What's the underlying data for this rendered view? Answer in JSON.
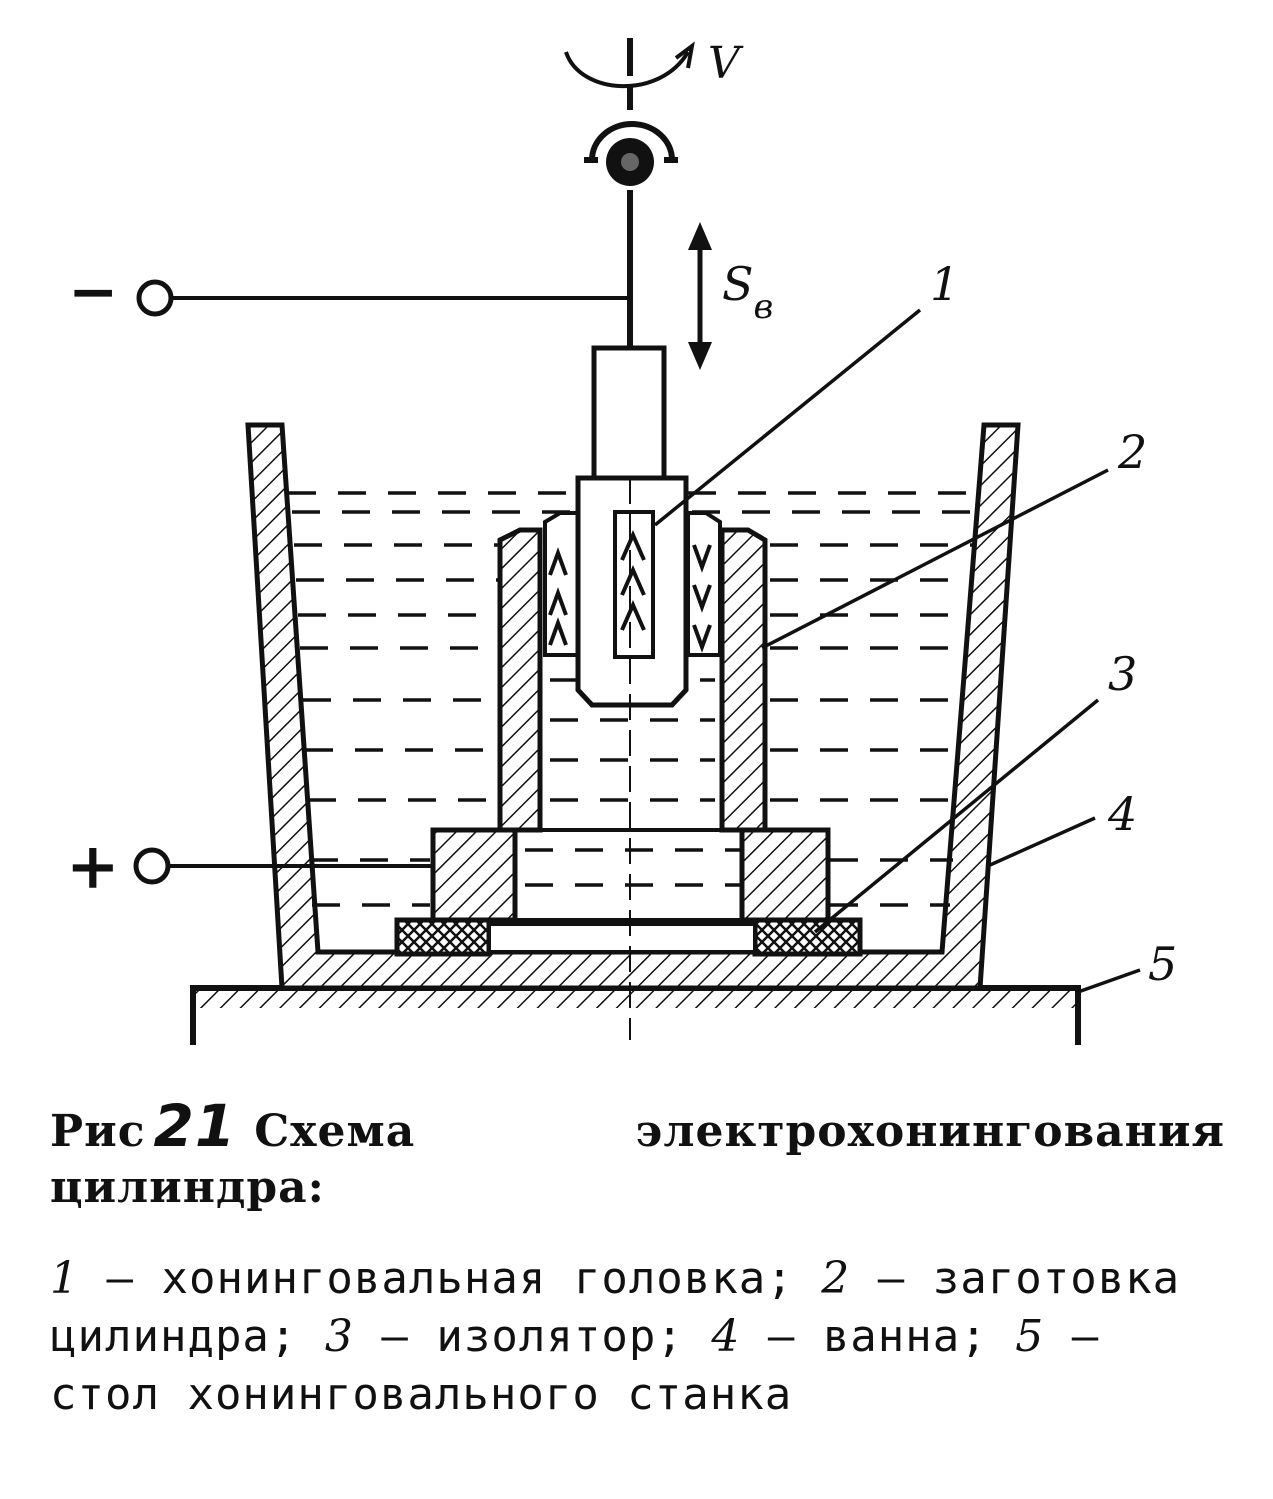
{
  "diagram": {
    "labels": {
      "v": "V",
      "s_main": "S",
      "s_sub": "в",
      "minus": "−",
      "plus": "+",
      "n1": "1",
      "n2": "2",
      "n3": "3",
      "n4": "4",
      "n5": "5"
    }
  },
  "caption": {
    "prefix": "Рис",
    "number": "21",
    "title": "Схема электрохонингования цилиндра:"
  },
  "legend": [
    {
      "num": "1",
      "text": "хонинговальная головка;"
    },
    {
      "num": "2",
      "text": "заготовка цилиндра;"
    },
    {
      "num": "3",
      "text": "изолятор;"
    },
    {
      "num": "4",
      "text": "ванна;"
    },
    {
      "num": "5",
      "text": "стол хонинговального станка"
    }
  ],
  "legend_sep": "—"
}
